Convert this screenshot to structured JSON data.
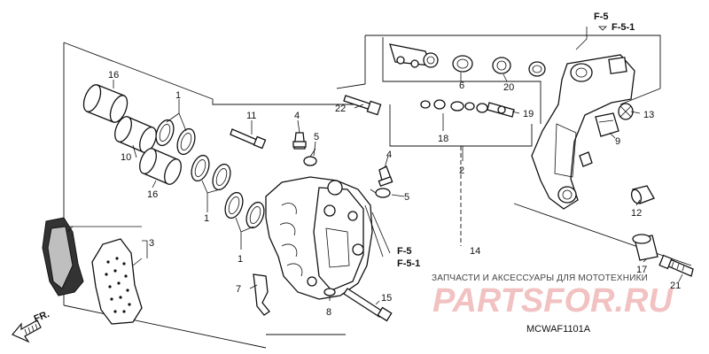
{
  "diagram": {
    "ref_code": "MCWAF1101A",
    "direction_label": "FR.",
    "refs": {
      "a": "F-5",
      "b": "F-5-1"
    }
  },
  "part_numbers": {
    "p1": "1",
    "p2": "2",
    "p3": "3",
    "p4": "4",
    "p5": "5",
    "p6": "6",
    "p7": "7",
    "p8": "8",
    "p9": "9",
    "p10": "10",
    "p11": "11",
    "p12": "12",
    "p13": "13",
    "p14": "14",
    "p15": "15",
    "p16": "16",
    "p17": "17",
    "p18": "18",
    "p19": "19",
    "p20": "20",
    "p21": "21",
    "p22": "22"
  },
  "watermark": {
    "text": "ЗАПЧАСТИ И АКСЕССУАРЫ ДЛЯ МОТОТЕХНИКИ",
    "logo": "PARTSFOR.RU"
  },
  "colors": {
    "line": "#111111",
    "watermark": "#f0b8b8"
  }
}
